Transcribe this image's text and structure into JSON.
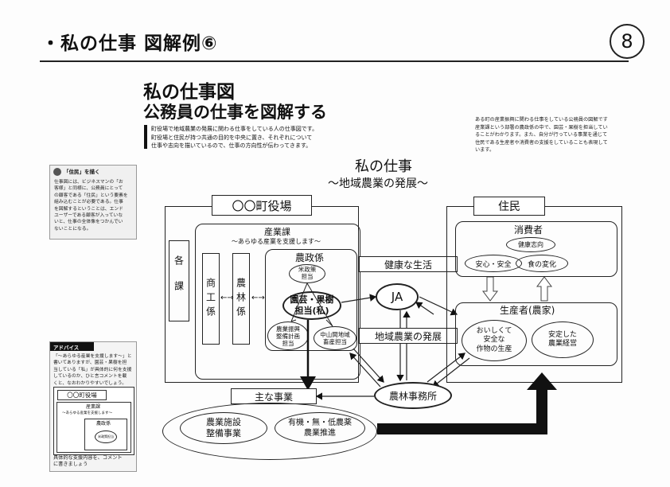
{
  "header": {
    "title": "・私の仕事 図解例⑥",
    "page_number": "8"
  },
  "book": {
    "title_line1": "私の仕事図",
    "title_line2": "公務員の仕事を図解する",
    "intro": [
      "町役場で地域農業の発展に関わる仕事をしている人の仕事図です。",
      "町役場と住民が持つ共通の目的を中央に置き、それぞれについて",
      "仕事や志向を描いているので、仕事の方向性が伝わってきます。"
    ],
    "side_note": [
      "ある町の産業振興に関わる仕事をしている公務員の図解です",
      "産業課という部署の農政係の中で、園芸・果樹を担当してい",
      "ることがわかります。また、自分が行っている事業を通じて",
      "住民である生産者や消費者の支援をしていることも表現して",
      "います。"
    ],
    "tip_title": "「住民」を描く",
    "tip_body": [
      "仕事図には、ビジネスマンの「お",
      "客様」と同様に、公務員にとって",
      "の顧客である「住民」という要素を",
      "組み込むことが必要である。仕事",
      "を図解するということは、エンド",
      "ユーザーである顧客が入っていな",
      "いと、仕事の全体像をつかんでい",
      "ないことになる。"
    ],
    "advice_label": "アドバイス",
    "advice_body": [
      "「〜あらゆる産業を支援します〜」と",
      "書いてありますが、園芸・果樹を担",
      "当している「私」が具体的に何を支援",
      "しているのか、ひと言コメントを載",
      "くと、なおわかりやすいでしょう。"
    ],
    "mini": {
      "office": "〇〇町役場",
      "dept": "産業課",
      "dept_sub": "〜あらゆる産業を支援します〜",
      "section": "農政係",
      "rice": "米政策担当"
    },
    "caption": [
      "具体的な支援内容を、コメント",
      "に書きましょう"
    ]
  },
  "diagram": {
    "title": "私の仕事",
    "subtitle": "〜地域農業の発展〜",
    "office": "〇〇町役場",
    "other_sections": "各課",
    "dept": "産業課",
    "dept_sub": "〜あらゆる産業を支援します〜",
    "commerce": "商工係",
    "forestry": "農林係",
    "agri_section": "農政係",
    "rice": [
      "米政策",
      "担当"
    ],
    "me": [
      "園芸・果樹",
      "担当(私)"
    ],
    "promo": [
      "農業振興",
      "整備計画",
      "担当"
    ],
    "mountain": [
      "中山間地域",
      "畜産担当"
    ],
    "healthy_life": "健康な生活",
    "regional_dev": "地域農業の発展",
    "ja": "JA",
    "residents": "住民",
    "consumers": "消費者",
    "health": "健康志向",
    "safety": "安心・安全",
    "diet": "食の変化",
    "producers": "生産者(農家)",
    "tasty": [
      "おいしくて",
      "安全な",
      "作物の生産"
    ],
    "stable": [
      "安定した",
      "農業経営"
    ],
    "office_bureau": "農林事務所",
    "main_projects": "主な事業",
    "facility": [
      "農業施設",
      "整備事業"
    ],
    "organic": [
      "有機・無・低農薬",
      "農業推進"
    ]
  }
}
